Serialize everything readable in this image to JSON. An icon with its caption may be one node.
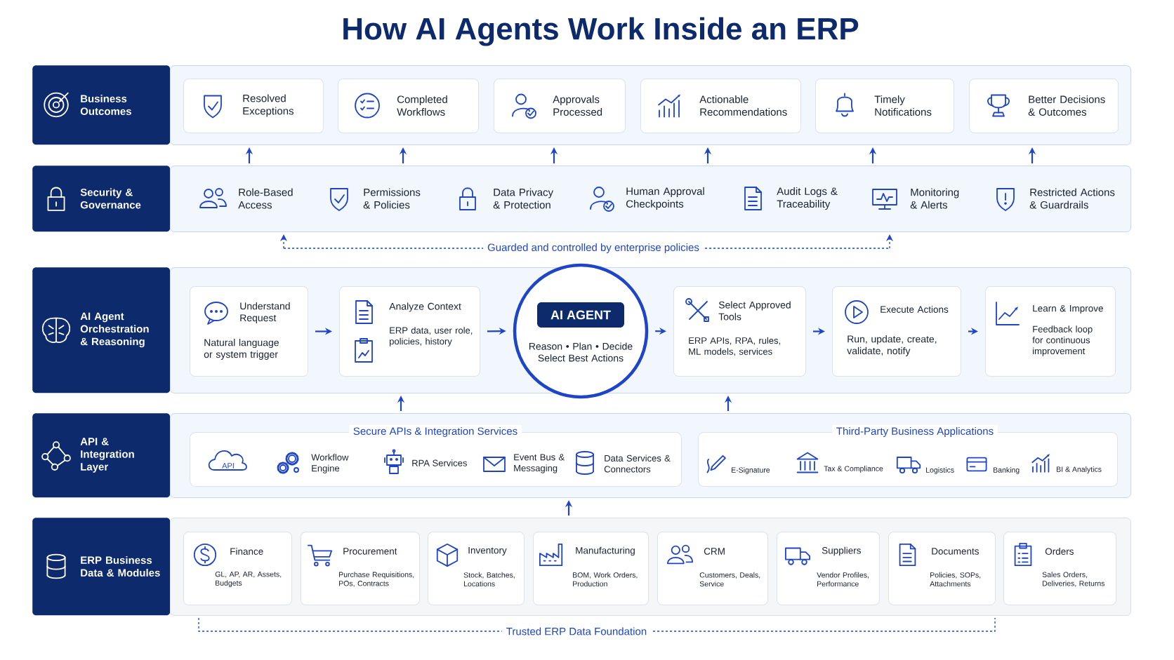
{
  "diagram": {
    "title": "How AI Agents Work Inside an ERP",
    "nodes": [
      {
        "text": [
          "Business Outcomes"
        ]
      },
      {
        "text": [],
        "shape": "box"
      },
      {
        "text": [
          "Resolved Exceptions"
        ],
        "in": 1
      },
      {
        "text": [
          "Completed Workflows"
        ],
        "in": 1
      },
      {
        "text": [
          "Approvals Processed"
        ],
        "in": 1
      },
      {
        "text": [
          "Actionable Recommendations"
        ],
        "in": 1
      },
      {
        "text": [
          "Timely Notifications"
        ],
        "in": 1
      },
      {
        "text": [
          "Better Decisions & Outcomes"
        ],
        "in": 1
      },
      {
        "text": [
          "Security & Governance"
        ]
      },
      {
        "text": [
          "Role-Based Access",
          "Permissions & Policies",
          "Data Privacy & Protection",
          "Human Approval Checkpoints",
          "Audit Logs & Traceability",
          "Monitoring & Alerts",
          "Restricted Actions & Guardrails"
        ]
      },
      {
        "text": [
          "AI Agent Orchestration & Reasoning"
        ]
      },
      {
        "text": [],
        "shape": "box"
      },
      {
        "text": [
          "Understand Request",
          "Natural language or system trigger"
        ],
        "in": 11
      },
      {
        "text": [
          "Analyze Context",
          "ERP data, user role, policies, history"
        ],
        "in": 11
      },
      {
        "text": [
          "Reason • Plan • Decide Select Best Actions"
        ],
        "in": 11
      },
      {
        "text": [
          "AI AGENT"
        ],
        "in": 14
      },
      {
        "text": [
          "Select Approved Tools",
          "ERP APIs, RPA, rules, ML models, services"
        ],
        "in": 11
      },
      {
        "text": [
          "Execute Actions",
          "Run, update, create, validate, notify"
        ],
        "in": 11
      },
      {
        "text": [
          "Learn & Improve",
          "Feedback loop for continuous improvement"
        ],
        "in": 11
      },
      {
        "text": [
          "API & Integration Layer"
        ]
      },
      {
        "text": [],
        "shape": "box"
      },
      {
        "text": [
          "Secure APIs & Integration Services",
          "API",
          "Workflow Engine",
          "RPA Services",
          "Event Bus & Messaging",
          "Data Services & Connectors"
        ],
        "in": 20
      },
      {
        "text": [
          "Third-Party Business Applications",
          "E-Signature",
          "Tax & Compliance",
          "Logistics",
          "Banking",
          "BI & Analytics"
        ],
        "in": 20
      },
      {
        "text": [
          "ERP Business Data & Modules"
        ]
      },
      {
        "text": [],
        "shape": "box"
      },
      {
        "text": [
          "Finance",
          "GL, AP, AR, Assets, Budgets"
        ],
        "in": 24
      },
      {
        "text": [
          "Procurement",
          "Purchase Requisitions, POs, Contracts"
        ],
        "in": 24
      },
      {
        "text": [
          "Inventory",
          "Stock, Batches, Locations"
        ],
        "in": 24
      },
      {
        "text": [
          "Manufacturing",
          "BOM, Work Orders, Production"
        ],
        "in": 24
      },
      {
        "text": [
          "CRM",
          "Customers, Deals, Service"
        ],
        "in": 24
      },
      {
        "text": [
          "Suppliers",
          "Vendor Profiles, Performance"
        ],
        "in": 24
      },
      {
        "text": [
          "Documents",
          "Policies, SOPs, Attachments"
        ],
        "in": 24
      },
      {
        "text": [
          "Orders",
          "Sales Orders, Deliveries, Returns"
        ],
        "in": 24
      }
    ],
    "edges": [
      {
        "from": 9,
        "to": 1,
        "arrow": "to"
      },
      {
        "from": 9,
        "to": 1,
        "arrow": "to"
      },
      {
        "from": 9,
        "to": 1,
        "arrow": "to"
      },
      {
        "from": 9,
        "to": 1,
        "arrow": "to"
      },
      {
        "from": 9,
        "to": 1,
        "arrow": "to"
      },
      {
        "from": 9,
        "to": 1,
        "arrow": "to"
      },
      {
        "from": null,
        "to": 9,
        "arrow": "to",
        "style": "dashed"
      },
      {
        "from": null,
        "to": 9,
        "arrow": "to",
        "style": "dashed"
      },
      {
        "from": 20,
        "to": 11,
        "arrow": "to"
      },
      {
        "from": 20,
        "to": 11,
        "arrow": "to"
      },
      {
        "from": 24,
        "to": 20,
        "arrow": "to"
      },
      {
        "from": 12,
        "to": 13,
        "arrow": "to"
      },
      {
        "from": 13,
        "to": 14,
        "arrow": "to"
      },
      {
        "from": 14,
        "to": 16,
        "arrow": "to"
      },
      {
        "from": 16,
        "to": 17,
        "arrow": "to"
      },
      {
        "from": 17,
        "to": 18,
        "arrow": "to"
      }
    ],
    "labels": [
      "Guarded and controlled by enterprise policies",
      "Trusted ERP Data Foundation"
    ]
  }
}
